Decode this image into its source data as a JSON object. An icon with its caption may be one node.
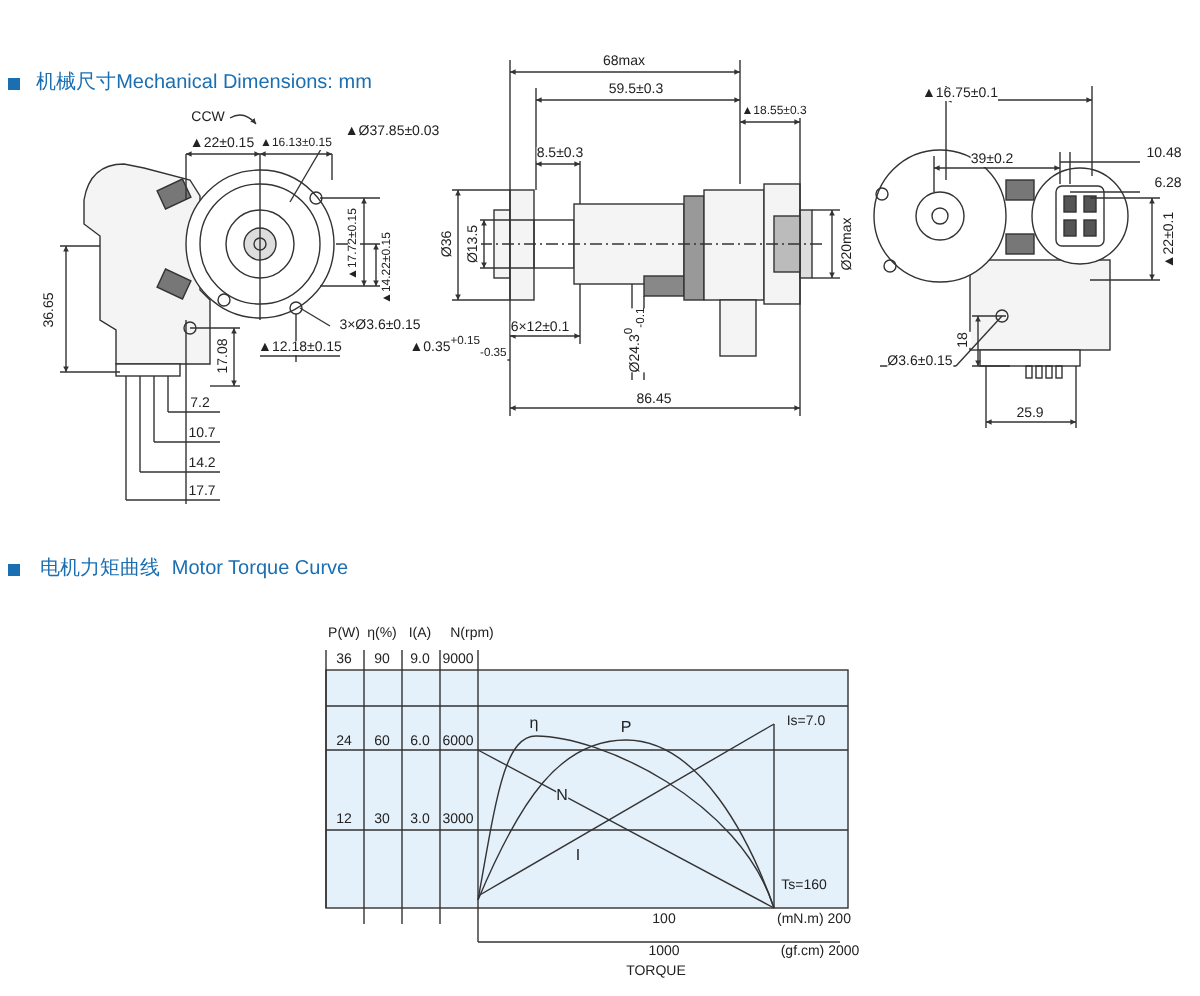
{
  "diagram": {
    "labels": [
      "机械尺寸",
      "Mechanical Dimensions: mm",
      "CCW",
      "▲22±0.15",
      "▲16.13±0.15",
      "▲Ø37.85±0.03",
      "▲17.72±0.15",
      "▲14.22±0.15",
      "3×Ø3.6±0.15",
      "▲12.18±0.15",
      "36.65",
      "17.08",
      "7.2",
      "10.7",
      "14.2",
      "17.7",
      "68max",
      "59.5±0.3",
      "▲18.55±0.3",
      "8.5±0.3",
      "Ø36",
      "Ø13.5",
      "Ø20max",
      "6×12±0.1",
      "▲0.35$^{+0.15}$$_{-0.35}$",
      "Ø24.3$^{0}$$_{-0.1}$",
      "86.45",
      "▲16.75±0.1",
      "39±0.2",
      "10.48",
      "6.28",
      "▲22±0.1",
      "18",
      "Ø3.6±0.15",
      "25.9",
      "电机力矩曲线",
      "Motor Torque Curve",
      "P(W)",
      "η(%)",
      "I(A)",
      "N(rpm)",
      "36",
      "90",
      "9.0",
      "9000",
      "24",
      "60",
      "6.0",
      "6000",
      "12",
      "30",
      "3.0",
      "3000",
      "η",
      "P",
      "N",
      "I",
      "Is=7.0",
      "Ts=160",
      "100",
      "(mN.m) 200",
      "1000",
      "(gf.cm) 2000",
      "TORQUE"
    ]
  }
}
